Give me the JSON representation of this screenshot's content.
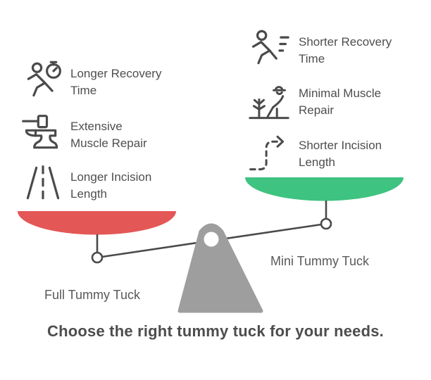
{
  "title": "Choose the right tummy tuck for your needs.",
  "colors": {
    "left_pan": "#e45757",
    "right_pan": "#3ec380",
    "fulcrum_gray": "#9e9e9e",
    "beam_line": "#4a4a4a",
    "icon_stroke": "#4a4a4a",
    "text": "#4e4e4e"
  },
  "left": {
    "label": "Full Tummy Tuck",
    "pan_color": "#e45757",
    "items": [
      {
        "icon": "runner-stopwatch-icon",
        "lines": [
          "Longer Recovery",
          "Time"
        ]
      },
      {
        "icon": "anvil-hammer-icon",
        "lines": [
          "Extensive",
          "Muscle Repair"
        ]
      },
      {
        "icon": "road-dashed-line-icon",
        "lines": [
          "Longer Incision",
          "Length"
        ]
      }
    ]
  },
  "right": {
    "label": "Mini Tummy Tuck",
    "pan_color": "#3ec380",
    "items": [
      {
        "icon": "runner-speed-dashes-icon",
        "lines": [
          "Shorter Recovery",
          "Time"
        ]
      },
      {
        "icon": "planting-person-icon",
        "lines": [
          "Minimal Muscle",
          "Repair"
        ]
      },
      {
        "icon": "dashed-curve-arrow-icon",
        "lines": [
          "Shorter Incision",
          "Length"
        ]
      }
    ]
  }
}
